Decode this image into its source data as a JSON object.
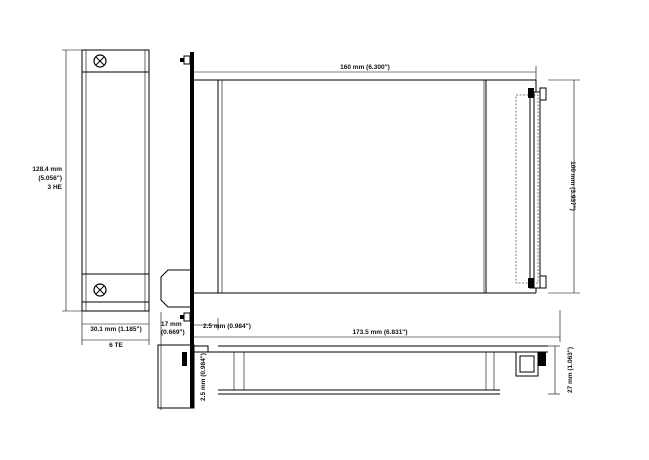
{
  "dimensions": {
    "front_height": "128.4 mm",
    "front_height_in": "(5.056\")",
    "front_height_he": "3 HE",
    "front_width": "30.1 mm (1.185\")",
    "front_width_te": "6 TE",
    "board_length": "160 mm (6.300\")",
    "board_height": "100 mm (3.937\")",
    "handle_depth_a": "17 mm",
    "handle_depth_b": "(0.669\")",
    "offset_top": "2.5 mm (0.984\")",
    "total_length": "173.5 mm (6.831\")",
    "offset_bottom": "2.5 mm (0.984\")",
    "bottom_height": "27 mm (1.063\")"
  }
}
